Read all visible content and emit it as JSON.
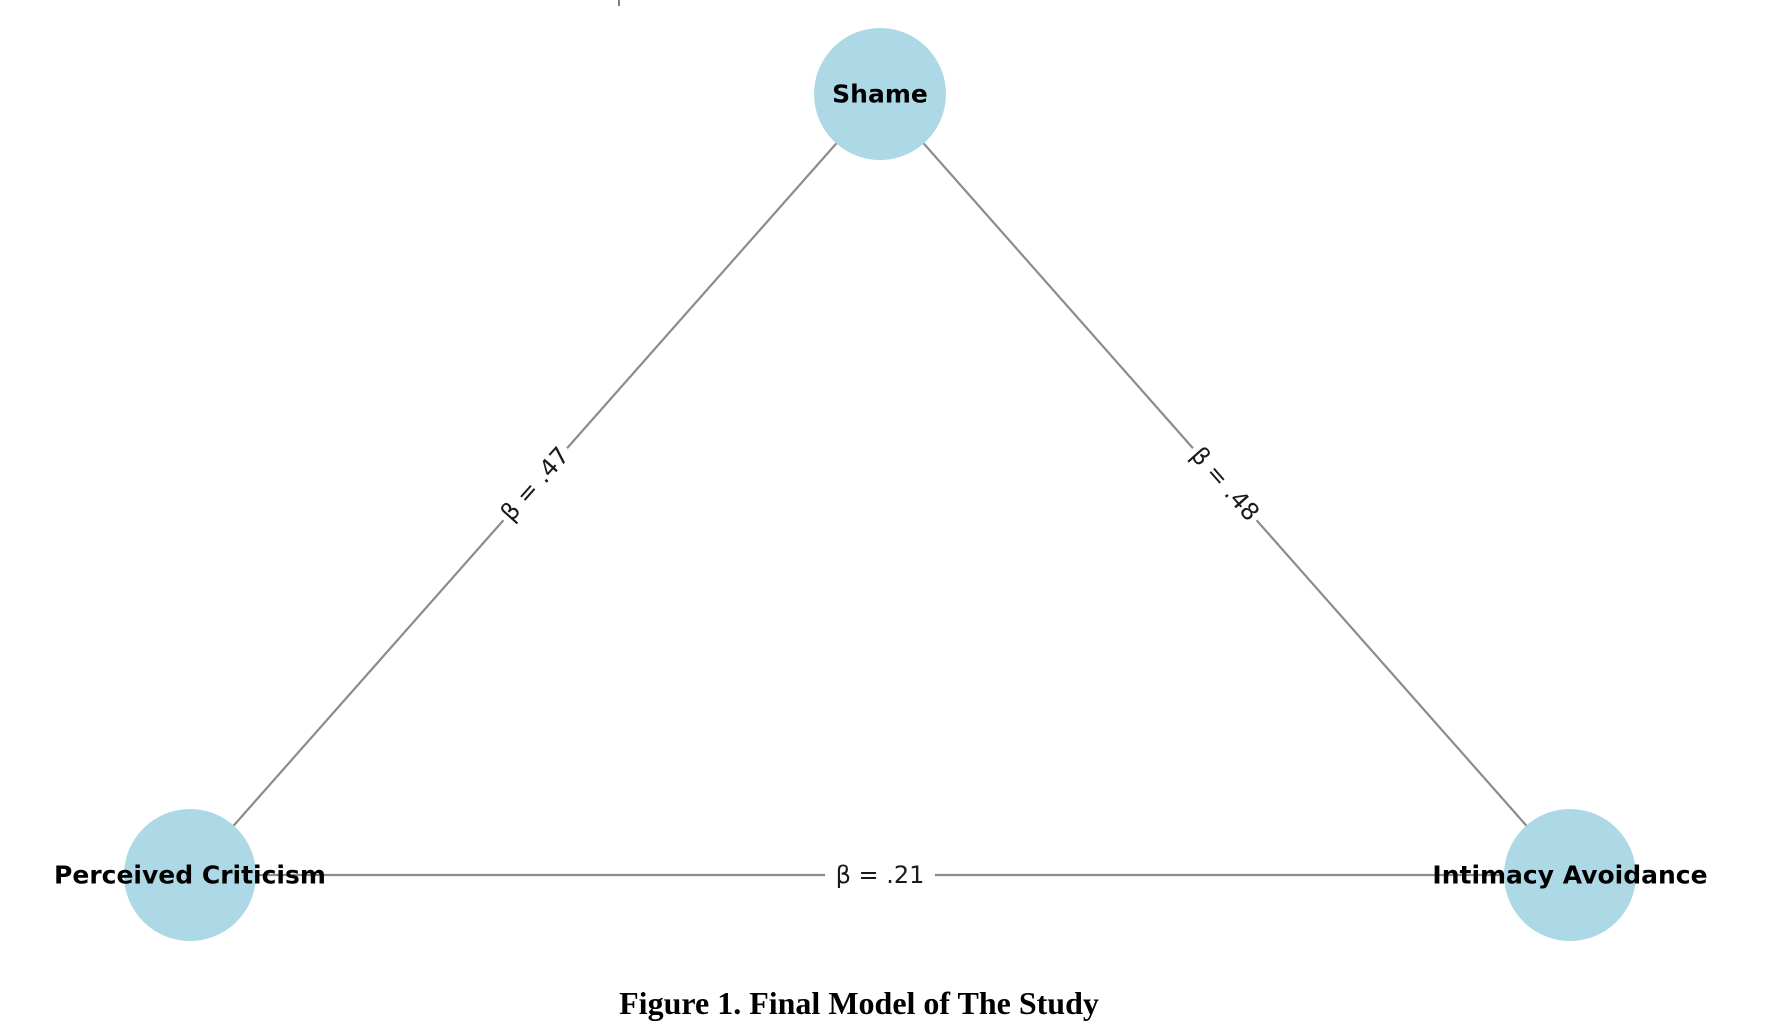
{
  "diagram": {
    "nodes": [
      {
        "id": "shame",
        "label": "Shame"
      },
      {
        "id": "perceived_criticism",
        "label": "Perceived Criticism"
      },
      {
        "id": "intimacy_avoidance",
        "label": "Intimacy Avoidance"
      }
    ],
    "edges": [
      {
        "from": "perceived_criticism",
        "to": "shame",
        "label": "β = .47"
      },
      {
        "from": "shame",
        "to": "intimacy_avoidance",
        "label": "β = .48"
      },
      {
        "from": "perceived_criticism",
        "to": "intimacy_avoidance",
        "label": "β = .21"
      }
    ],
    "caption": "Figure 1. Final Model of The Study",
    "colors": {
      "node_fill": "#add8e6",
      "edge": "#8c8c8c"
    }
  }
}
